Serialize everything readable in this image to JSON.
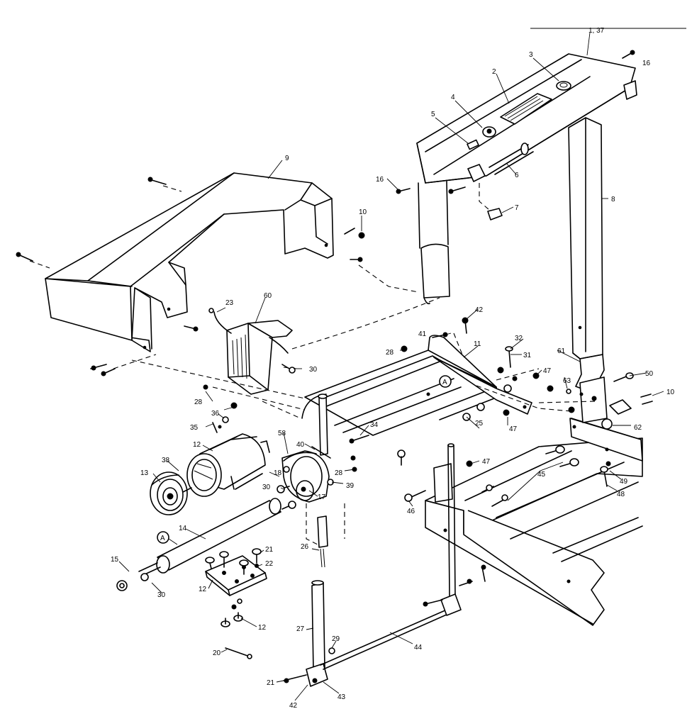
{
  "callouts": [
    {
      "id": "c-1-37",
      "text": "1, 37"
    },
    {
      "id": "c-2",
      "text": "2"
    },
    {
      "id": "c-3",
      "text": "3"
    },
    {
      "id": "c-4",
      "text": "4"
    },
    {
      "id": "c-5",
      "text": "5"
    },
    {
      "id": "c-6",
      "text": "6"
    },
    {
      "id": "c-7",
      "text": "7"
    },
    {
      "id": "c-8",
      "text": "8"
    },
    {
      "id": "c-9",
      "text": "9"
    },
    {
      "id": "c-10a",
      "text": "10"
    },
    {
      "id": "c-10b",
      "text": "10"
    },
    {
      "id": "c-11",
      "text": "11"
    },
    {
      "id": "c-12a",
      "text": "12"
    },
    {
      "id": "c-12b",
      "text": "12"
    },
    {
      "id": "c-12c",
      "text": "12"
    },
    {
      "id": "c-13",
      "text": "13"
    },
    {
      "id": "c-14",
      "text": "14"
    },
    {
      "id": "c-15",
      "text": "15"
    },
    {
      "id": "c-16a",
      "text": "16"
    },
    {
      "id": "c-16b",
      "text": "16"
    },
    {
      "id": "c-17",
      "text": "17"
    },
    {
      "id": "c-18",
      "text": "18"
    },
    {
      "id": "c-20",
      "text": "20"
    },
    {
      "id": "c-21a",
      "text": "21"
    },
    {
      "id": "c-21b",
      "text": "21"
    },
    {
      "id": "c-22",
      "text": "22"
    },
    {
      "id": "c-23",
      "text": "23"
    },
    {
      "id": "c-25",
      "text": "25"
    },
    {
      "id": "c-26",
      "text": "26"
    },
    {
      "id": "c-27",
      "text": "27"
    },
    {
      "id": "c-28a",
      "text": "28"
    },
    {
      "id": "c-28b",
      "text": "28"
    },
    {
      "id": "c-28c",
      "text": "28"
    },
    {
      "id": "c-29",
      "text": "29"
    },
    {
      "id": "c-30a",
      "text": "30"
    },
    {
      "id": "c-30b",
      "text": "30"
    },
    {
      "id": "c-30c",
      "text": "30"
    },
    {
      "id": "c-31",
      "text": "31"
    },
    {
      "id": "c-32",
      "text": "32"
    },
    {
      "id": "c-34",
      "text": "34"
    },
    {
      "id": "c-35",
      "text": "35"
    },
    {
      "id": "c-36",
      "text": "36"
    },
    {
      "id": "c-38",
      "text": "38"
    },
    {
      "id": "c-39",
      "text": "39"
    },
    {
      "id": "c-40",
      "text": "40"
    },
    {
      "id": "c-41",
      "text": "41"
    },
    {
      "id": "c-42a",
      "text": "42"
    },
    {
      "id": "c-42b",
      "text": "42"
    },
    {
      "id": "c-43",
      "text": "43"
    },
    {
      "id": "c-44",
      "text": "44"
    },
    {
      "id": "c-45",
      "text": "45"
    },
    {
      "id": "c-46",
      "text": "46"
    },
    {
      "id": "c-47a",
      "text": "47"
    },
    {
      "id": "c-47b",
      "text": "47"
    },
    {
      "id": "c-47c",
      "text": "47"
    },
    {
      "id": "c-48",
      "text": "48"
    },
    {
      "id": "c-49",
      "text": "49"
    },
    {
      "id": "c-50",
      "text": "50"
    },
    {
      "id": "c-58",
      "text": "58"
    },
    {
      "id": "c-60",
      "text": "60"
    },
    {
      "id": "c-61",
      "text": "61"
    },
    {
      "id": "c-62",
      "text": "62"
    },
    {
      "id": "c-63",
      "text": "63"
    },
    {
      "id": "c-A1",
      "text": "A"
    },
    {
      "id": "c-A2",
      "text": "A"
    }
  ]
}
